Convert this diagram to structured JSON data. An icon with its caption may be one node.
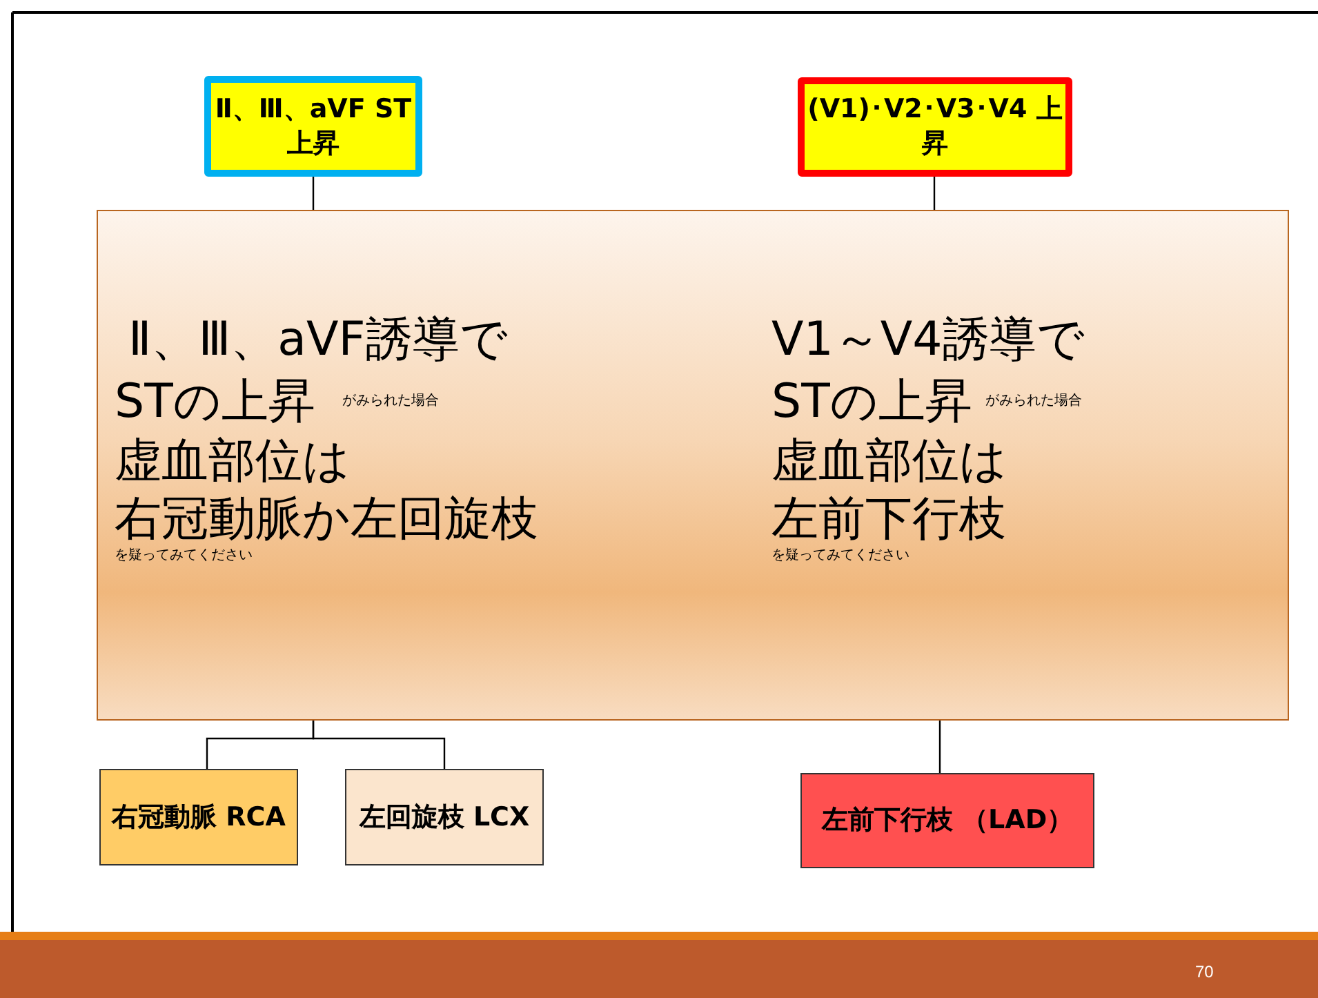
{
  "diagram": {
    "nodes": [
      {
        "text": [
          "Ⅱ、Ⅲ、aVF ST上昇"
        ]
      },
      {
        "text": [
          "(V1)･V2･V3･V4 上昇"
        ]
      },
      {
        "text": [
          "Ⅱ、Ⅲ、aVF誘導で",
          "STの上昇",
          "がみられた場合",
          "虚血部位は",
          "右冠動脈か左回旋枝",
          "を疑ってみてください",
          "V1～V4誘導で",
          "STの上昇",
          "がみられた場合",
          "虚血部位は",
          "左前下行枝",
          "を疑ってみてください"
        ]
      },
      {
        "text": [
          "右冠動脈 RCA"
        ]
      },
      {
        "text": [
          "左回旋枝 LCX"
        ]
      },
      {
        "text": [
          "左前下行枝 （LAD）"
        ]
      }
    ],
    "edges": [
      {
        "from": 0,
        "to": 2,
        "arrow": "none"
      },
      {
        "from": 1,
        "to": 2,
        "arrow": "none"
      },
      {
        "from": 2,
        "to": 3,
        "arrow": "none"
      },
      {
        "from": 2,
        "to": 4,
        "arrow": "none"
      },
      {
        "from": 2,
        "to": 5,
        "arrow": "none"
      }
    ],
    "labels": [
      "70"
    ]
  }
}
